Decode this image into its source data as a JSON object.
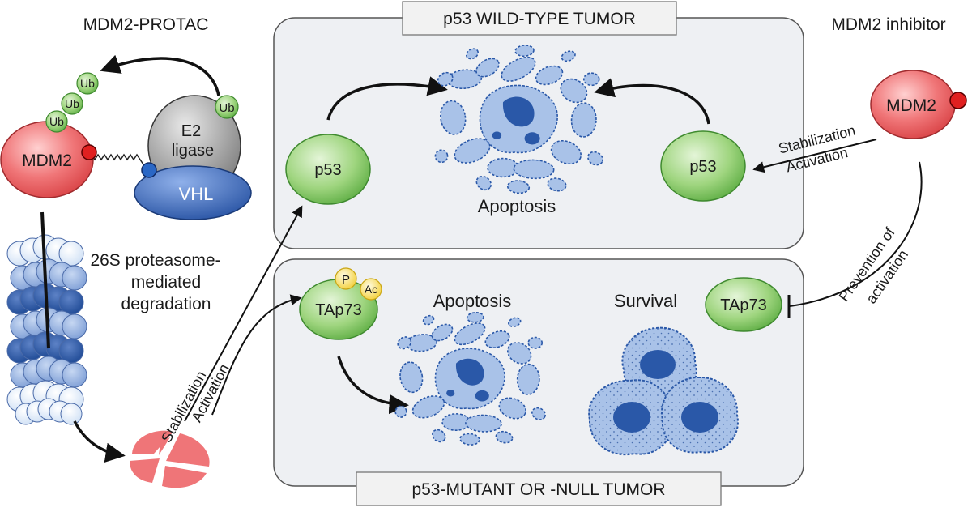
{
  "left_title": "MDM2-PROTAC",
  "right_title": "MDM2 inhibitor",
  "top_panel": {
    "title": "p53 WILD-TYPE TUMOR",
    "outcome": "Apoptosis"
  },
  "bottom_panel": {
    "title": "p53-MUTANT OR -NULL TUMOR",
    "outcome_left": "Apoptosis",
    "outcome_right": "Survival"
  },
  "protac": {
    "target": "MDM2",
    "ubiquitin": "Ub",
    "e2_line1": "E2",
    "e2_line2": "ligase",
    "vhl": "VHL"
  },
  "proteasome": {
    "line1": "26S proteasome-",
    "line2": "mediated",
    "line3": "degradation"
  },
  "proteins": {
    "p53": "p53",
    "tap73": "TAp73",
    "mdm2": "MDM2",
    "phospho": "P",
    "acetyl": "Ac"
  },
  "arrows": {
    "stabilization": "Stabilization",
    "activation": "Activation",
    "prevention_line1": "Prevention of",
    "prevention_line2": "activation"
  },
  "colors": {
    "panel_fill": "#eef0f3",
    "panel_stroke": "#555555",
    "mdm2_red": "#e8585b",
    "green": "#7cc35f",
    "vhl_blue": "#2f5fb0",
    "cell_light": "#a9c2e8",
    "cell_dark": "#2a58a8",
    "gold": "#f5d547"
  }
}
